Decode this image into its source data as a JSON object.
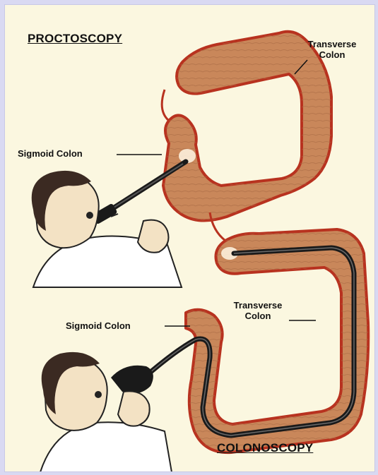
{
  "labels": {
    "proctoscopy_title": "PROCTOSCOPY",
    "colonoscopy_title": "COLONOSCOPY",
    "top_transverse_line1": "Transverse",
    "top_transverse_line2": "Colon",
    "top_sigmoid": "Sigmoid Colon",
    "bottom_transverse_line1": "Transverse",
    "bottom_transverse_line2": "Colon",
    "bottom_sigmoid": "Sigmoid Colon"
  },
  "colors": {
    "page_border": "#d9d9f2",
    "paper": "#fbf7e0",
    "colon_fill": "#c9875a",
    "colon_outline": "#b8321f",
    "scope": "#1a1a1a",
    "skin": "#f3e2c4",
    "hair": "#3b2a22",
    "coat": "#ffffff"
  },
  "icons": [
    "proctoscope-icon",
    "colonoscope-icon",
    "doctor-figure-icon"
  ]
}
